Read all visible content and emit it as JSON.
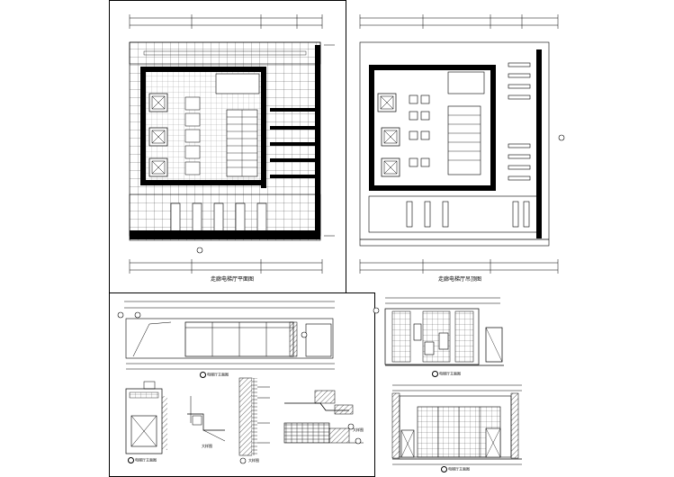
{
  "sheet": {
    "background": "#ffffff",
    "ink": "#000000"
  },
  "drawings": {
    "plan": {
      "title": "走廊电梯厅平面图"
    },
    "ceiling": {
      "title": "走廊电梯厅吊顶图"
    },
    "elevation_a": {
      "title": "电梯厅立面图"
    },
    "elevation_b": {
      "title": "电梯厅立面图"
    },
    "elevation_c": {
      "title": "电梯厅立面图"
    },
    "elevation_d": {
      "title": "电梯厅立面图"
    },
    "detail_1": {
      "title": "大样图"
    },
    "detail_2": {
      "title": "大样图"
    },
    "detail_3": {
      "title": "大样图"
    }
  },
  "icons": [
    "grid-axis-bubble-icon",
    "section-marker-icon",
    "elevator-car-icon",
    "door-swing-icon",
    "north-arrow-icon"
  ]
}
